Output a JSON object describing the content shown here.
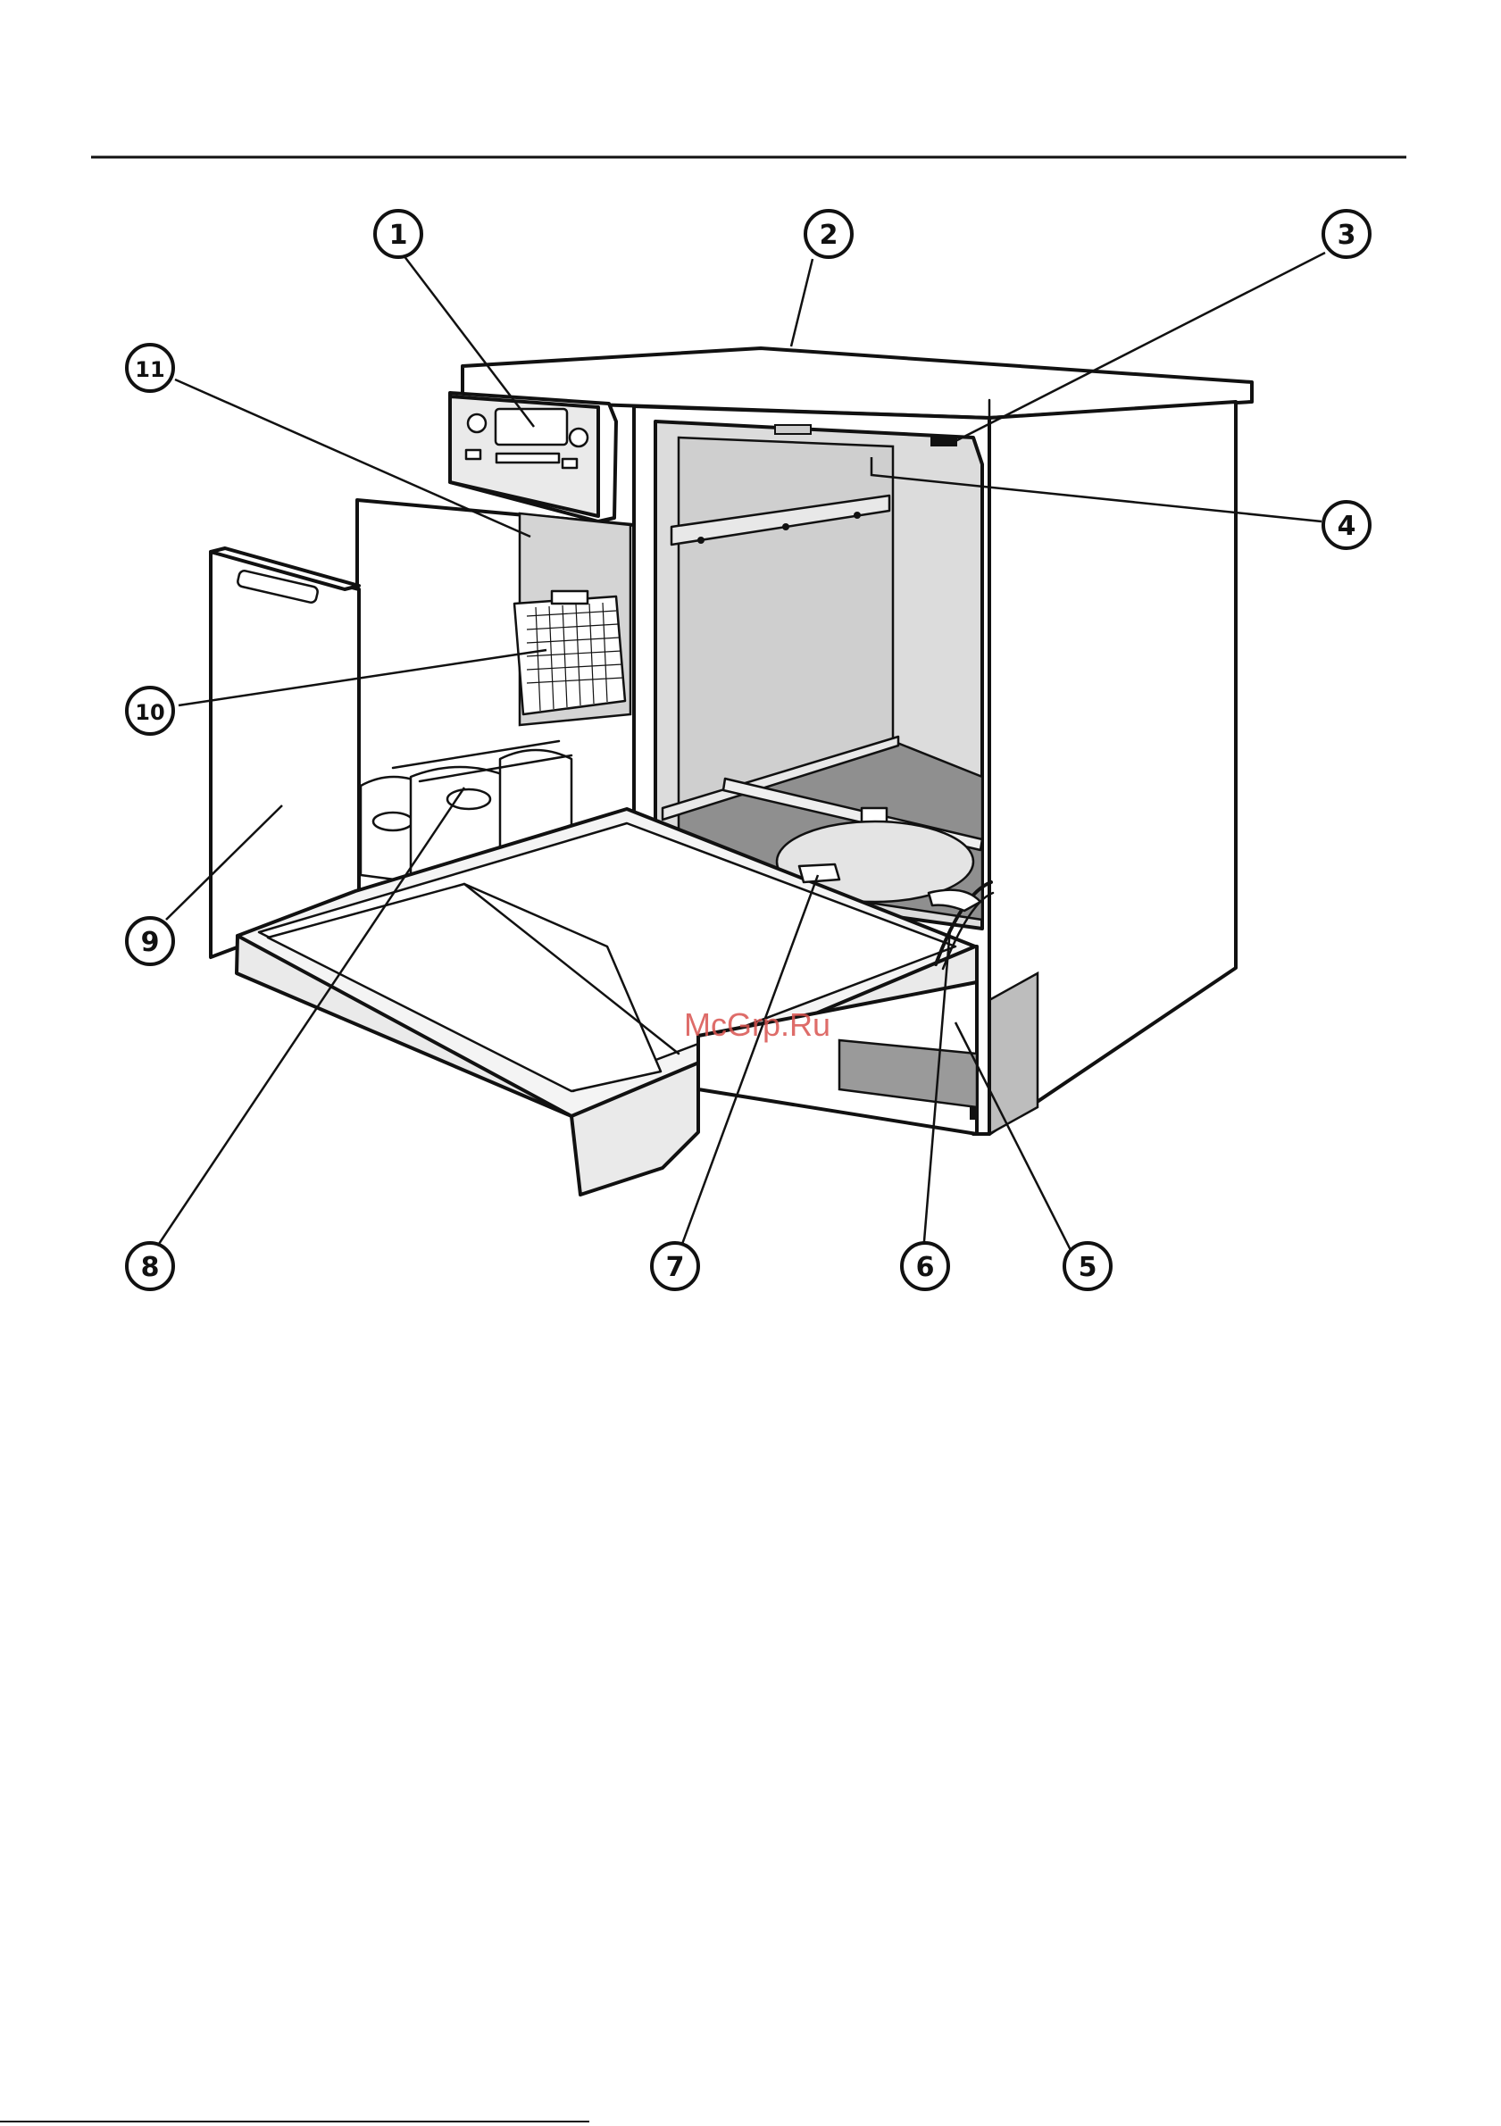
{
  "callouts": [
    {
      "id": "1",
      "label": "1"
    },
    {
      "id": "2",
      "label": "2"
    },
    {
      "id": "3",
      "label": "3"
    },
    {
      "id": "4",
      "label": "4"
    },
    {
      "id": "5",
      "label": "5"
    },
    {
      "id": "6",
      "label": "6"
    },
    {
      "id": "7",
      "label": "7"
    },
    {
      "id": "8",
      "label": "8"
    },
    {
      "id": "9",
      "label": "9"
    },
    {
      "id": "10",
      "label": "10"
    },
    {
      "id": "11",
      "label": "11"
    }
  ],
  "watermark": "McGrp.Ru",
  "colors": {
    "line": "#111111",
    "cabinet_fill": "#ffffff",
    "interior_shade": "#dcdcdc",
    "dark_shade": "#9a9a9a",
    "watermark": "#d9534f"
  }
}
